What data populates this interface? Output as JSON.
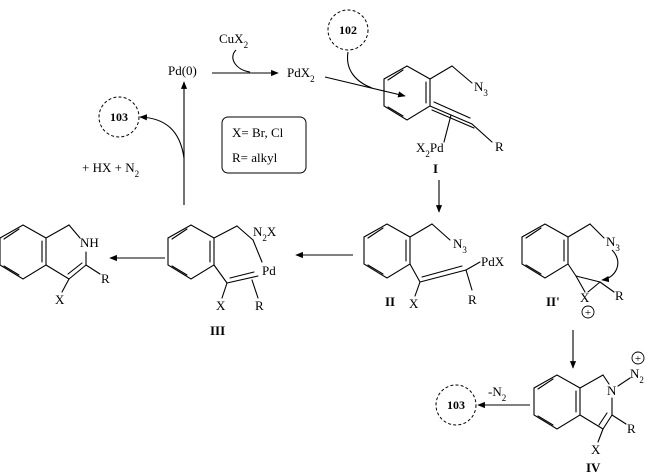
{
  "reagents": {
    "cux2": [
      "CuX",
      "2"
    ],
    "pd0": "Pd(0)",
    "pdx2": [
      "PdX",
      "2"
    ],
    "byproducts": [
      "+ HX + N",
      "2"
    ],
    "minus_n2": [
      "-N",
      "2"
    ]
  },
  "refs": {
    "ref_102": "102",
    "ref_103_top": "103",
    "ref_103_bottom": "103"
  },
  "legend": {
    "x_line": "X= Br, Cl",
    "r_line": "R= alkyl"
  },
  "intermediates": {
    "I": {
      "label": "I",
      "n3": [
        "N",
        "3"
      ],
      "x2pd": [
        "X",
        "2",
        "Pd"
      ],
      "r": "R"
    },
    "II": {
      "label": "II",
      "n3": [
        "N",
        "3"
      ],
      "pdx": "PdX",
      "x": "X",
      "r": "R"
    },
    "IIp": {
      "label": "II'",
      "n3": [
        "N",
        "3"
      ],
      "x": "X",
      "r": "R"
    },
    "III": {
      "label": "III",
      "n2x": [
        "N",
        "2",
        "X"
      ],
      "pd": "Pd",
      "x": "X",
      "r": "R"
    },
    "IV": {
      "label": "IV",
      "n": "N",
      "n2": [
        "N",
        "2"
      ],
      "x": "X",
      "r": "R"
    },
    "product": {
      "nh": "NH",
      "x": "X",
      "r": "R"
    }
  },
  "charges": {
    "plus": "+"
  }
}
